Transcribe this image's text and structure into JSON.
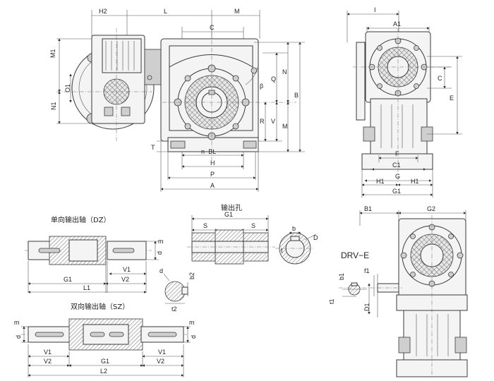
{
  "labels": {
    "H2": "H2",
    "L": "L",
    "M": "M",
    "C": "C",
    "M1": "M1",
    "N1": "N1",
    "O1": "O1",
    "beta": "β",
    "N": "N",
    "Q": "Q",
    "B": "B",
    "R": "R",
    "V": "V",
    "M_right": "M",
    "T": "T",
    "nBL": "n−BL",
    "H": "H",
    "P": "P",
    "A": "A",
    "I": "I",
    "A1": "A1",
    "C_side": "C",
    "E": "E",
    "F": "F",
    "C1": "C1",
    "G": "G",
    "H1a": "H1",
    "H1b": "H1",
    "G1": "G1",
    "dz_title": "单向输出轴（DZ）",
    "dz_m": "m",
    "dz_d": "d",
    "dz_V1": "V1",
    "dz_G1": "G1",
    "dz_V2": "V2",
    "dz_L1": "L1",
    "hole_title": "输出孔",
    "hole_G1": "G1",
    "hole_S1": "S",
    "hole_S2": "S",
    "hole_b": "b",
    "hole_D": "D",
    "hole_t": "t",
    "key_d": "d",
    "key_b2": "b2",
    "key_t2": "t2",
    "sz_title": "双向输出轴（SZ）",
    "sz_m1": "m",
    "sz_m2": "m",
    "sz_d1": "d",
    "sz_d2": "d",
    "sz_V1a": "V1",
    "sz_G1": "G1",
    "sz_V1b": "V1",
    "sz_V2a": "V2",
    "sz_V2b": "V2",
    "sz_L2": "L2",
    "drv_B1": "B1",
    "drv_G2": "G2",
    "drv_title": "DRV−E",
    "drv_f1": "f1",
    "drv_b1": "b1",
    "drv_t1": "t1",
    "drv_D1": "D1"
  }
}
